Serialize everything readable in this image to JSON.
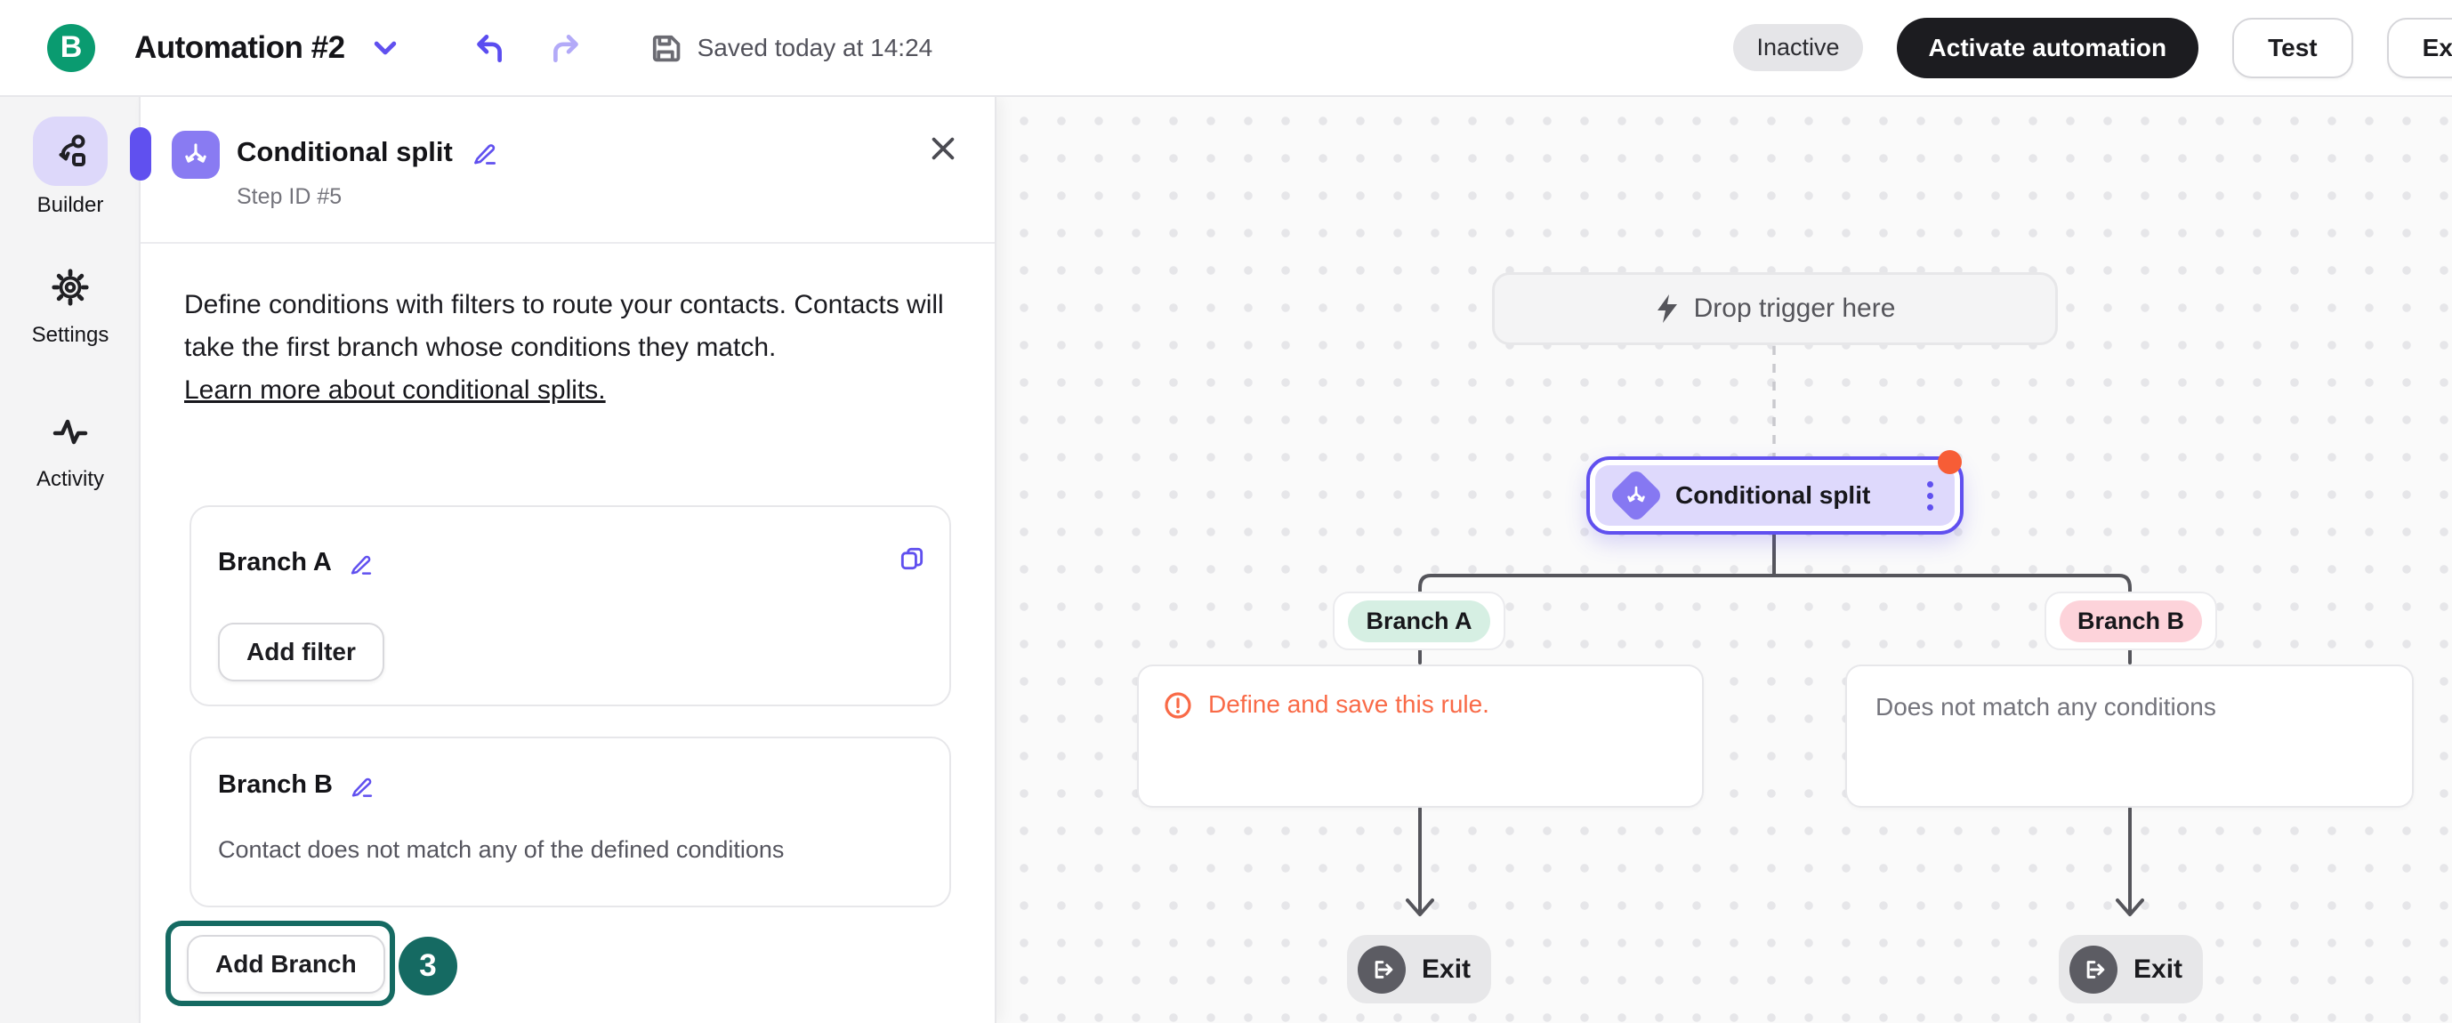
{
  "topbar": {
    "logo_letter": "B",
    "title": "Automation #2",
    "saved_status": "Saved today at 14:24",
    "status_badge": "Inactive",
    "activate_label": "Activate automation",
    "test_label": "Test",
    "exit_label": "Exit"
  },
  "sidebar": {
    "items": [
      {
        "label": "Builder",
        "icon": "workflow-icon",
        "active": true
      },
      {
        "label": "Settings",
        "icon": "gear-icon",
        "active": false
      },
      {
        "label": "Activity",
        "icon": "activity-icon",
        "active": false
      }
    ]
  },
  "panel": {
    "title": "Conditional split",
    "step_id": "Step ID #5",
    "description": "Define conditions with filters to route your contacts. Contacts will take the first branch whose conditions they match.",
    "learn_more": "Learn more about conditional splits.",
    "branch_a": {
      "title": "Branch A",
      "add_filter_label": "Add filter"
    },
    "branch_b": {
      "title": "Branch B",
      "description": "Contact does not match any of the defined conditions"
    },
    "add_branch_label": "Add Branch",
    "annotation_step": "3"
  },
  "canvas": {
    "drop_trigger_label": "Drop trigger here",
    "node": {
      "title": "Conditional split"
    },
    "branches": [
      {
        "badge": "Branch A",
        "card_text": "Define and save this rule.",
        "warning": true,
        "exit_label": "Exit"
      },
      {
        "badge": "Branch B",
        "card_text": "Does not match any conditions",
        "warning": false,
        "exit_label": "Exit"
      }
    ]
  },
  "colors": {
    "brand_green": "#0a9b70",
    "accent_purple": "#6050ef",
    "icon_purple": "#897bf2",
    "lavender_fill": "#ded9fc",
    "warning_orange": "#f96a47",
    "notification_orange": "#f75d36",
    "annotation_teal": "#156a62",
    "badge_mint": "#d6efe3",
    "badge_pink": "#fdd3da"
  }
}
